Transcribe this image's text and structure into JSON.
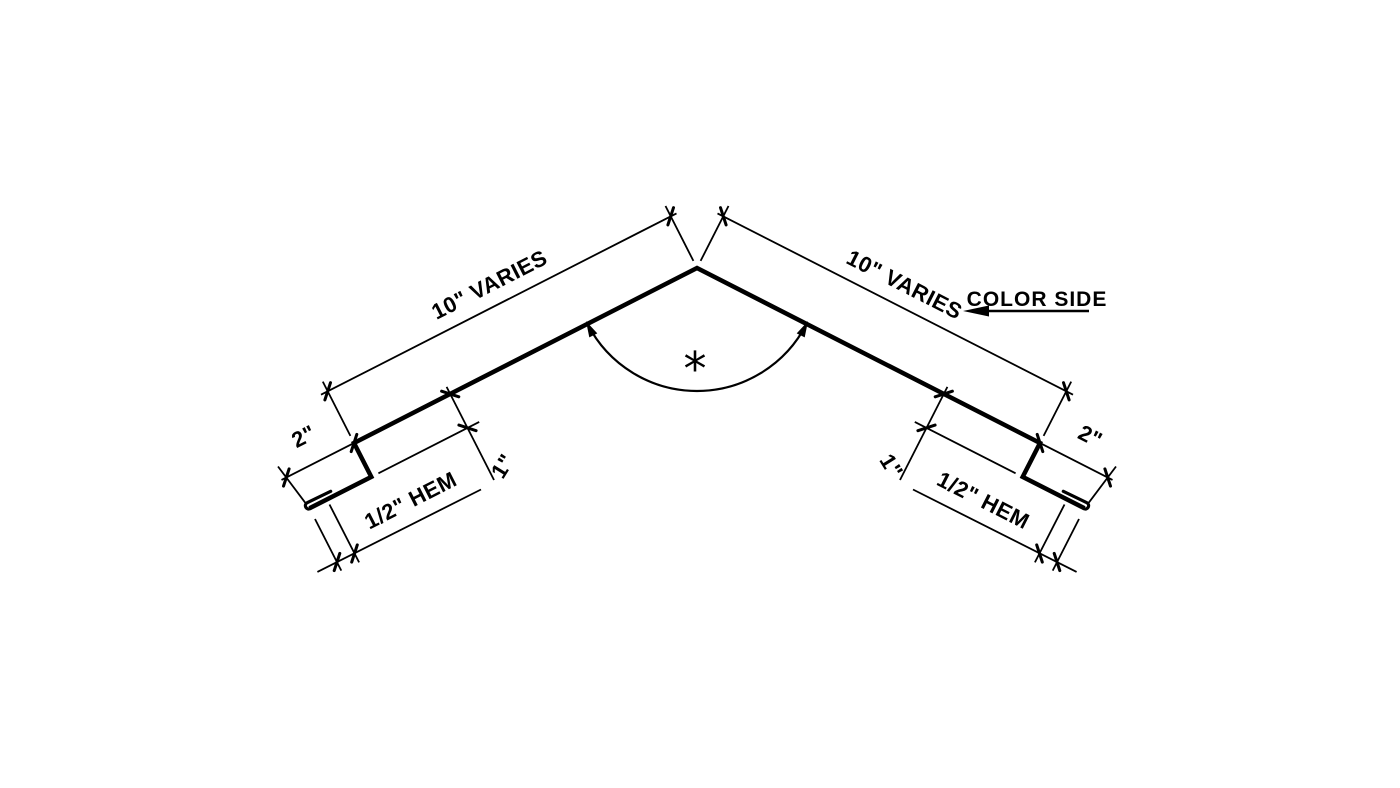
{
  "drawing": {
    "background": "#ffffff",
    "line_color": "#000000",
    "labels": {
      "left_slope_length": "10\" VARIES",
      "right_slope_length": "10\" VARIES",
      "color_side": "COLOR SIDE",
      "left_end_offset": "2\"",
      "right_end_offset": "2\"",
      "left_leg": "1\"",
      "right_leg": "1\"",
      "left_hem": "1/2\" HEM",
      "right_hem": "1/2\" HEM",
      "angle_mark": "*"
    }
  }
}
